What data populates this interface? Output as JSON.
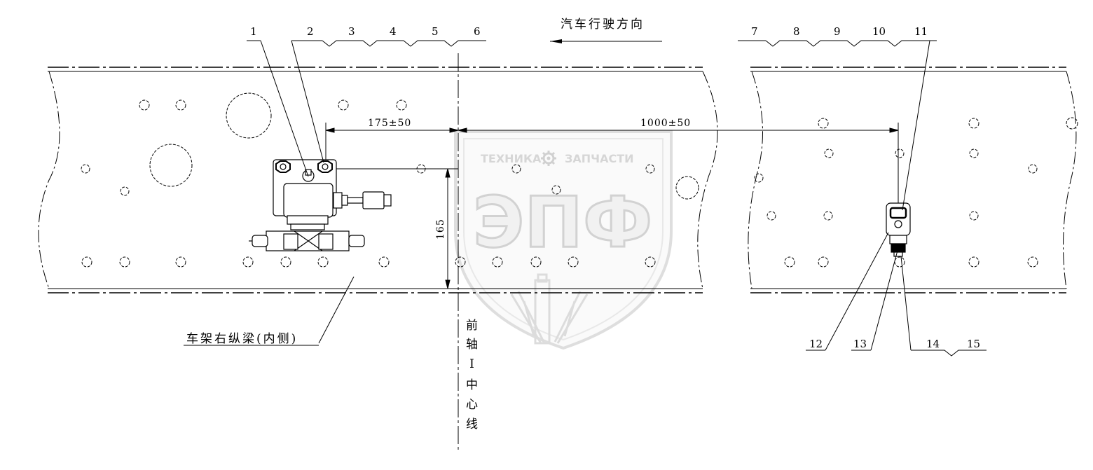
{
  "drawing": {
    "direction_label": "汽车行驶方向",
    "frame_label": "车架右纵梁(内侧)",
    "axle_label_chars": [
      "前",
      "轴",
      "I",
      "中",
      "心",
      "线"
    ],
    "dimensions": {
      "left": "175±50",
      "right": "1000±50",
      "vertical": "165"
    },
    "top_callouts": [
      "1",
      "2",
      "3",
      "4",
      "5",
      "6",
      "7",
      "8",
      "9",
      "10",
      "11"
    ],
    "bottom_callouts": [
      "12",
      "13",
      "14",
      "15"
    ]
  },
  "watermark": {
    "left_word": "ТЕХНИКА",
    "right_word": "ЗАПЧАСТИ",
    "logo": "ЭПФ",
    "icon": "gear-icon"
  }
}
